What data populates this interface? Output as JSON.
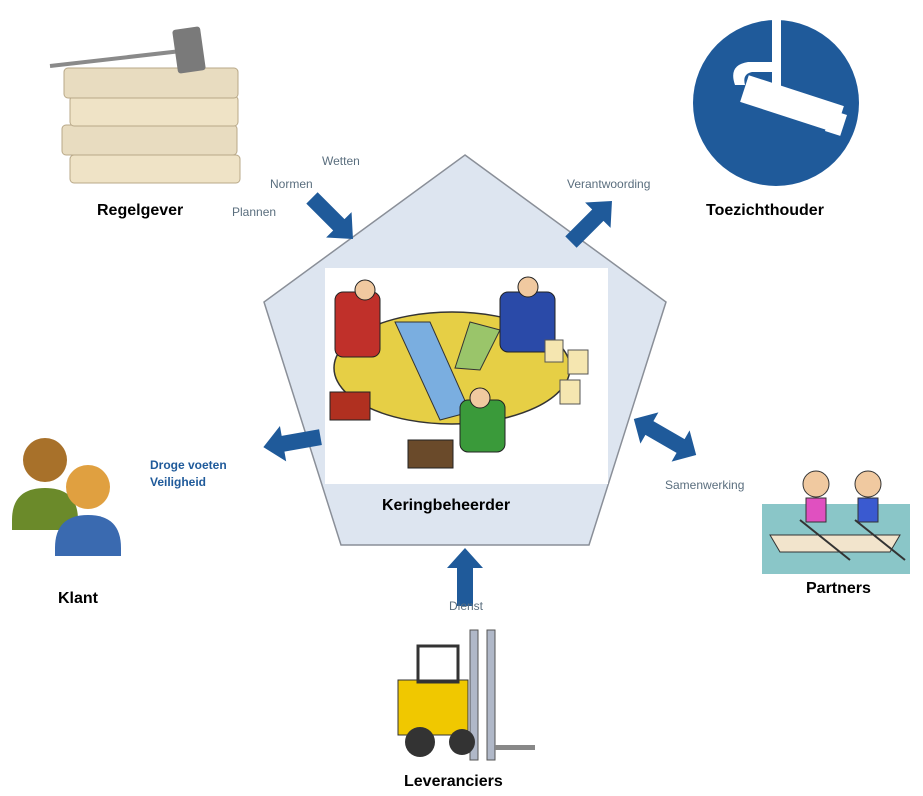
{
  "center": {
    "label": "Keringbeheerder"
  },
  "stakeholders": {
    "regelgever": {
      "label": "Regelgever",
      "icon": "gavel-books-icon"
    },
    "toezichthouder": {
      "label": "Toezichthouder",
      "icon": "surveillance-camera-icon"
    },
    "klant": {
      "label": "Klant",
      "icon": "users-icon"
    },
    "partners": {
      "label": "Partners",
      "icon": "rowing-boat-icon"
    },
    "leveranciers": {
      "label": "Leveranciers",
      "icon": "forklift-icon"
    }
  },
  "flows": {
    "regelgever_in": {
      "lines": [
        "Wetten",
        "Normen",
        "Plannen"
      ]
    },
    "toezicht_out": {
      "label": "Verantwoording"
    },
    "klant_out": {
      "lines": [
        "Droge voeten",
        "Veiligheid"
      ]
    },
    "partners_both": {
      "label": "Samenwerking"
    },
    "leveranciers_in": {
      "label": "Dienst"
    }
  },
  "colors": {
    "arrow": "#1f5a9a",
    "pentagon_fill": "#dde5f0",
    "pentagon_stroke": "#8a8f98",
    "sign_blue": "#1f5a9a"
  }
}
